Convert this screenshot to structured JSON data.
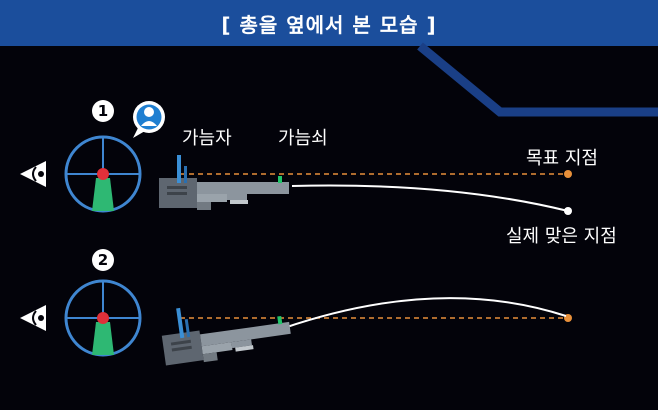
{
  "title": "[ 총을 옆에서 본 모습 ]",
  "steps": [
    "1",
    "2"
  ],
  "labels": {
    "rear_sight": "가늠자",
    "front_sight": "가늠쇠",
    "target_point": "목표 지점",
    "impact_point": "실제 맞은 지점"
  },
  "icons": [
    "eye-icon",
    "reticle-icon",
    "person-speech-bubble-icon",
    "rifle-icon"
  ],
  "colors": {
    "header": "#1b4e9c",
    "background": "#03030a",
    "reticle": "#3f86d1",
    "post": "#2eb873",
    "dot": "#e0303a",
    "aim_line": "#e8903a",
    "rear_sight": "#3a8fd6",
    "front_sight": "#21c46a"
  }
}
